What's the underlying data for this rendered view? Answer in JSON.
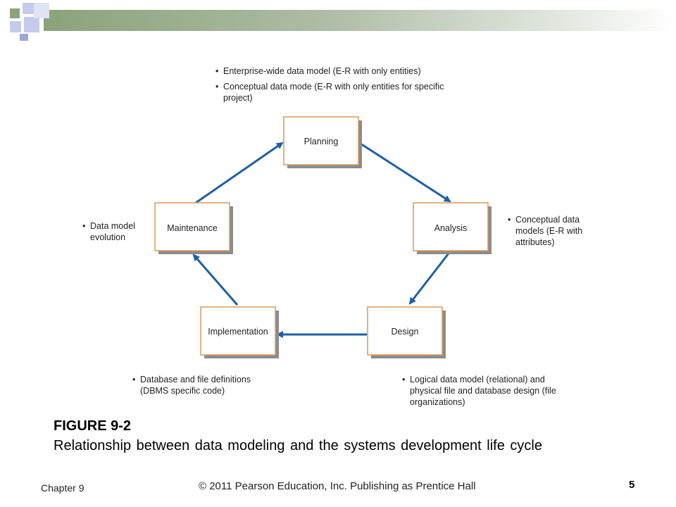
{
  "header": {
    "accent_colors": [
      "#8aa37a",
      "#c5cbe8",
      "#9aa9d6"
    ]
  },
  "diagram": {
    "boxes": {
      "planning": "Planning",
      "analysis": "Analysis",
      "design": "Design",
      "implementation": "Implementation",
      "maintenance": "Maintenance"
    },
    "notes": {
      "planning": [
        "Enterprise-wide data model (E-R with only entities)",
        "Conceptual data mode (E-R with only entities for specific project)"
      ],
      "analysis": [
        "Conceptual data models (E-R with attributes)"
      ],
      "design": [
        "Logical data model (relational) and physical file and database design (file organizations)"
      ],
      "implementation": [
        "Database and file definitions (DBMS specific code)"
      ],
      "maintenance": [
        "Data model evolution"
      ]
    },
    "arrow_color": "#1f5fa8",
    "box_border_color": "#d89a5a"
  },
  "caption": {
    "title": "FIGURE 9-2",
    "text": "Relationship between data modeling and the systems development life cycle"
  },
  "footer": {
    "chapter": "Chapter 9",
    "copyright": "© 2011 Pearson Education, Inc. Publishing as Prentice Hall",
    "page": "5"
  }
}
